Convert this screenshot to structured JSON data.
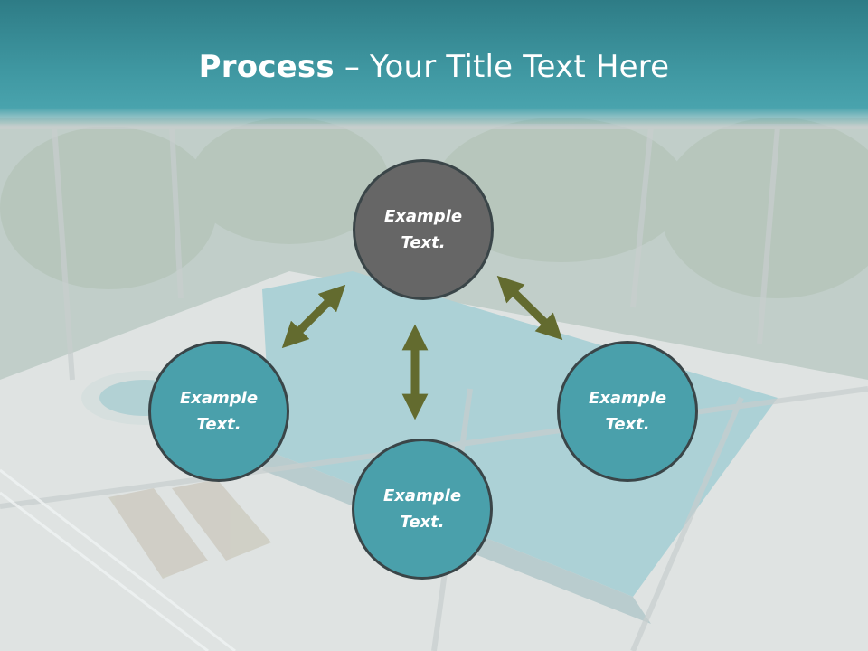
{
  "slide": {
    "title_strong": "Process",
    "title_sep": " – ",
    "title_rest": "Your Title Text Here"
  },
  "nodes": {
    "top": "Example\nText.",
    "left": "Example\nText.",
    "right": "Example\nText.",
    "bottom": "Example\nText."
  },
  "colors": {
    "title_band": "#3f97a1",
    "node_top": "#666666",
    "node_teal": "#4aa0ab",
    "node_border": "#3a4548",
    "arrow": "#636b2f"
  }
}
